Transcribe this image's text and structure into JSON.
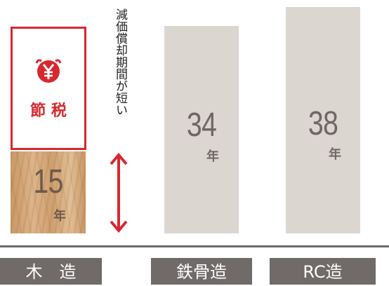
{
  "chart_data": {
    "type": "bar",
    "categories": [
      "木　造",
      "鉄骨造",
      "RC造"
    ],
    "values": [
      15,
      34,
      38
    ],
    "unit": "年",
    "colors": {
      "bar": "#dcd6d1",
      "wood": "#d4a877",
      "accent": "#d7282f",
      "label_bg": "#706a69",
      "number": "#6f6763"
    }
  },
  "badge": {
    "icon": "yen-icon",
    "label": "節 税"
  },
  "annotation": "減価償却期間が短い"
}
